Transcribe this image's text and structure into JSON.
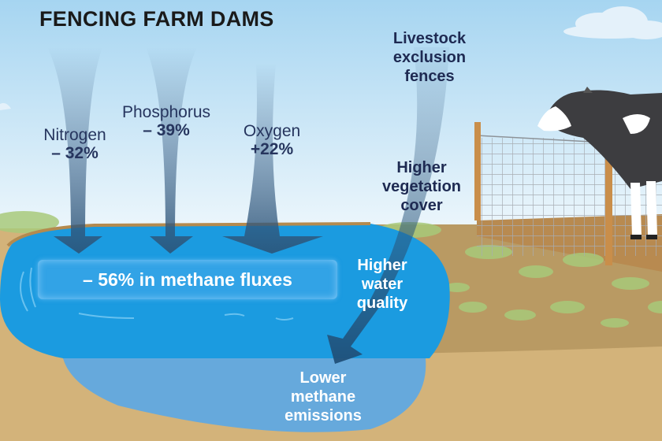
{
  "title": "FENCING FARM DAMS",
  "nutrients": [
    {
      "name": "Nitrogen",
      "change": "– 32%"
    },
    {
      "name": "Phosphorus",
      "change": "– 39%"
    },
    {
      "name": "Oxygen",
      "change": "+22%"
    }
  ],
  "methane_flux": "– 56% in methane fluxes",
  "effects": {
    "fences": [
      "Livestock",
      "exclusion",
      "fences"
    ],
    "vegetation": [
      "Higher",
      "vegetation",
      "cover"
    ],
    "water": [
      "Higher",
      "water",
      "quality"
    ],
    "emissions": [
      "Lower",
      "methane",
      "emissions"
    ]
  },
  "colors": {
    "sky_top": "#a9d7f2",
    "sky_bottom": "#e8f4fb",
    "water": "#1b9be0",
    "deep_water": "#5fa8dc",
    "ground": "#d3b37a",
    "bank": "#b48a4e",
    "arrow": "#1f5f8a",
    "text_dark": "#1e2a52"
  }
}
